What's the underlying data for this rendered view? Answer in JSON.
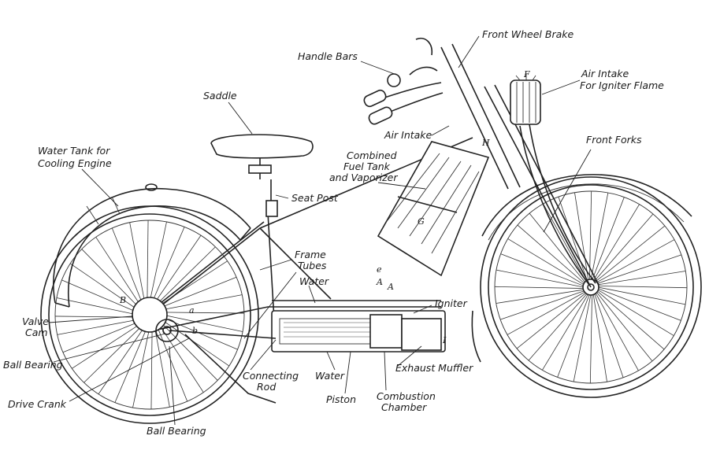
{
  "labels": {
    "front_wheel_brake": "Front Wheel Brake",
    "handle_bars": "Handle Bars",
    "air_intake_igniter_line1": "Air Intake",
    "air_intake_igniter_line2": "For Igniter Flame",
    "saddle": "Saddle",
    "air_intake": "Air Intake",
    "front_forks": "Front Forks",
    "water_tank_line1": "Water Tank for",
    "water_tank_line2": "Cooling Engine",
    "fuel_tank_line1": "Combined",
    "fuel_tank_line2": "Fuel Tank",
    "fuel_tank_line3": "and Vaporizer",
    "seat_post": "Seat Post",
    "frame_tubes_line1": "Frame",
    "frame_tubes_line2": "Tubes",
    "water_upper": "Water",
    "igniter": "Igniter",
    "valve_cam_line1": "Valve",
    "valve_cam_line2": "Cam",
    "ball_bearing_left": "Ball Bearing",
    "connecting_rod_line1": "Connecting",
    "connecting_rod_line2": "Rod",
    "water_lower": "Water",
    "exhaust_muffler": "Exhaust Muffler",
    "drive_crank": "Drive Crank",
    "piston": "Piston",
    "combustion_line1": "Combustion",
    "combustion_line2": "Chamber",
    "ball_bearing_bottom": "Ball Bearing"
  },
  "letters": {
    "F": "F",
    "H": "H",
    "G": "G",
    "B": "B",
    "A1": "A",
    "A2": "A",
    "a": "a",
    "b": "b",
    "e": "e",
    "I": "I"
  }
}
